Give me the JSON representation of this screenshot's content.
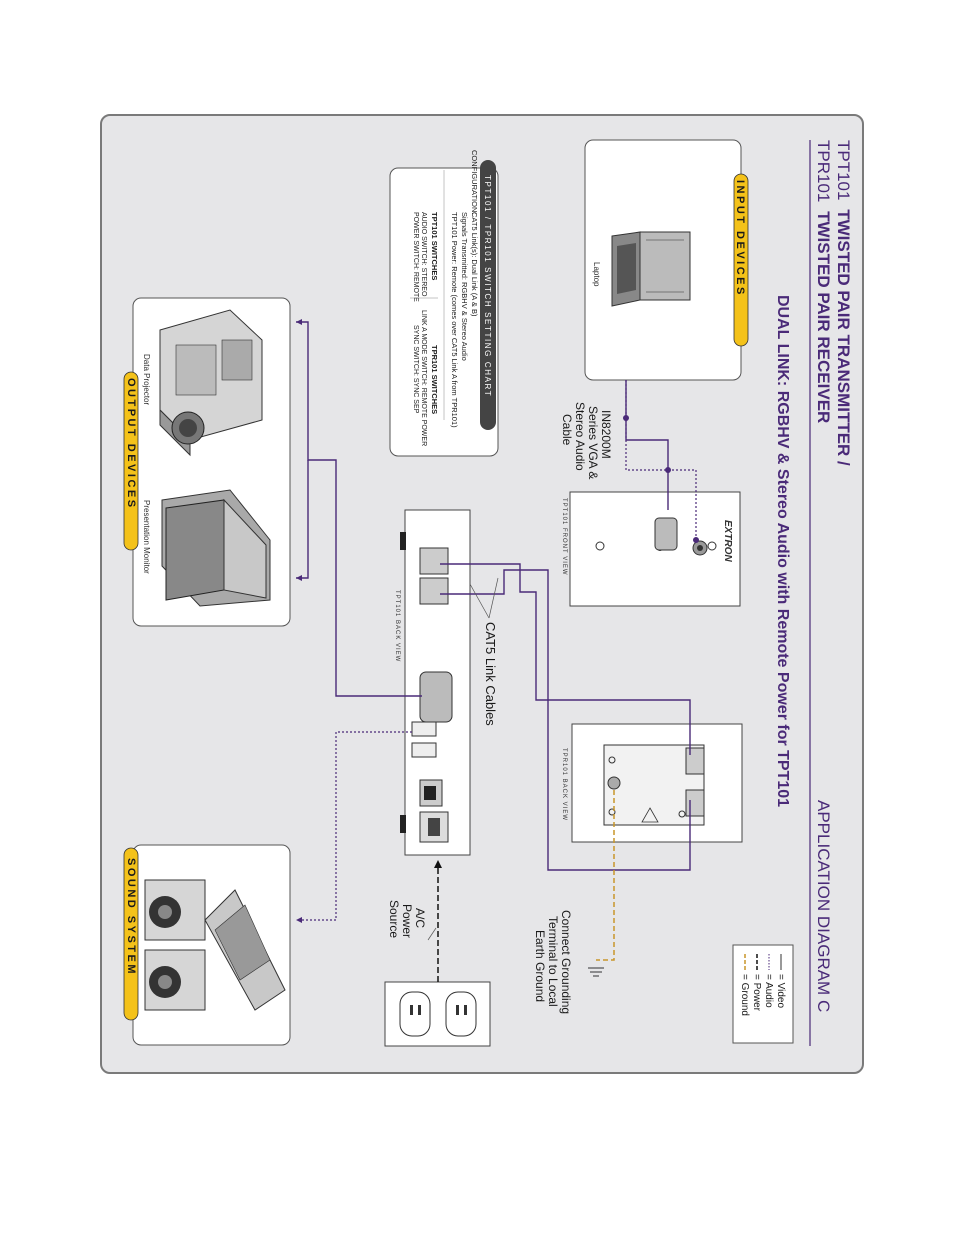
{
  "title": {
    "line1_prefix": "TPT101",
    "line1_bold": "TWISTED PAIR TRANSMITTER /",
    "line2_prefix": "TPR101",
    "line2_bold": "TWISTED PAIR RECEIVER",
    "subtitle": "DUAL LINK: RGBHV & Stereo Audio with Remote Power for TPT101",
    "diagram_name": "APPLICATION DIAGRAM C"
  },
  "legend": [
    {
      "label": "= Video",
      "color": "#333333"
    },
    {
      "label": "= Audio",
      "color": "#4a2a78"
    },
    {
      "label": "= Power",
      "color": "#111111"
    },
    {
      "label": "= Ground",
      "color": "#c8962a"
    }
  ],
  "sections": {
    "input": "INPUT DEVICES",
    "output": "OUTPUT DEVICES",
    "sound": "SOUND SYSTEM"
  },
  "devices": {
    "laptop": "Laptop",
    "projector": "Data Projector",
    "monitor": "Presentation Monitor"
  },
  "switch_chart": {
    "header": "TPT101 / TPR101 SWITCH SETTING CHART",
    "config_label": "CONFIGURATION:",
    "config_lines": [
      "CAT5 Link(s): Dual Link (A & B)",
      "Signals Transmitted: RGBHV & Stereo Audio",
      "TPT101 Power: Remote (comes over CAT5 Link A from TPR101)"
    ],
    "tpt_header": "TPT101 SWITCHES",
    "tpt_lines": [
      "AUDIO SWITCH: STEREO",
      "POWER SWITCH: REMOTE"
    ],
    "tpr_header": "TPR101 SWITCHES",
    "tpr_lines": [
      "LINK A MODE SWITCH: REMOTE POWER",
      "SYNC SWITCH: SYNC SEP"
    ]
  },
  "labels": {
    "cable": [
      "IN8200M",
      "Series VGA &",
      "Stereo Audio",
      "Cable"
    ],
    "cat5": "CAT5 Link Cables",
    "ground": [
      "Connect Grounding",
      "Terminal to Local",
      "Earth Ground"
    ],
    "power_source": [
      "A/C",
      "Power",
      "Source"
    ],
    "tpt_front": "TPT101 FRONT VIEW",
    "tpt_back": "TPT101 BACK VIEW",
    "tpr_back": "TPR101 BACK VIEW"
  }
}
